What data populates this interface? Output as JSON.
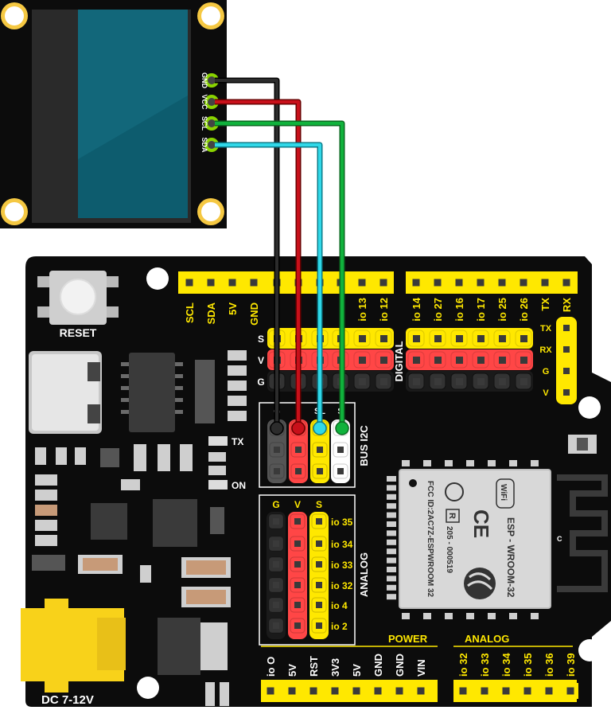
{
  "oled": {
    "pins": [
      "GND",
      "VCC",
      "SCL",
      "SDA"
    ]
  },
  "board": {
    "reset_label": "RESET",
    "dc_label": "DC 7-12V",
    "tx_led": "TX",
    "on_led": "ON",
    "top_left_pins": [
      "SCL",
      "SDA",
      "5V",
      "GND"
    ],
    "top_mid_pins": [
      "io 13",
      "io 12"
    ],
    "top_right_pins": [
      "io 14",
      "io 27",
      "io 16",
      "io 17",
      "io 25",
      "io 26",
      "TX",
      "RX"
    ],
    "svg_rows": [
      "S",
      "V",
      "G"
    ],
    "digital_label": "DIGITAL",
    "uart_pins": [
      "TX",
      "RX",
      "G",
      "V"
    ],
    "bus_i2c_label": "BUS I2C",
    "i2c_cols": [
      "G",
      "5",
      "SL",
      "S"
    ],
    "analog_cols": [
      "G",
      "V",
      "S"
    ],
    "analog_pins": [
      "io 35",
      "io 34",
      "io 33",
      "io 32",
      "io 4",
      "io 2"
    ],
    "analog_side_label": "ANALOG",
    "power_title": "POWER",
    "power_pins": [
      "io O",
      "5V",
      "RST",
      "3V3",
      "5V",
      "GND",
      "GND",
      "VIN"
    ],
    "analog_title": "ANALOG",
    "analog_bottom_pins": [
      "io 32",
      "io 33",
      "io 34",
      "io 35",
      "io 36",
      "io 39"
    ]
  },
  "module": {
    "line1": "FCC ID:2AC7Z-ESPWROOM 32",
    "line2": "205 - 000519",
    "model": "ESP - WROOM-32",
    "wifi": "WiFi",
    "ce": "CE",
    "r": "R",
    "antenna_c": "C"
  },
  "colors": {
    "board": "#0c0c0c",
    "pin_yellow": "#ffe800",
    "pin_red": "#ff4646",
    "pin_white": "#ffffff",
    "pin_grey": "#555555",
    "wire_black": "#222222",
    "wire_red": "#c8101a",
    "wire_green": "#10b23c",
    "wire_cyan": "#30d8e8",
    "oled_screen": "#0d5c6e",
    "dc_jack": "#f8d21a"
  }
}
